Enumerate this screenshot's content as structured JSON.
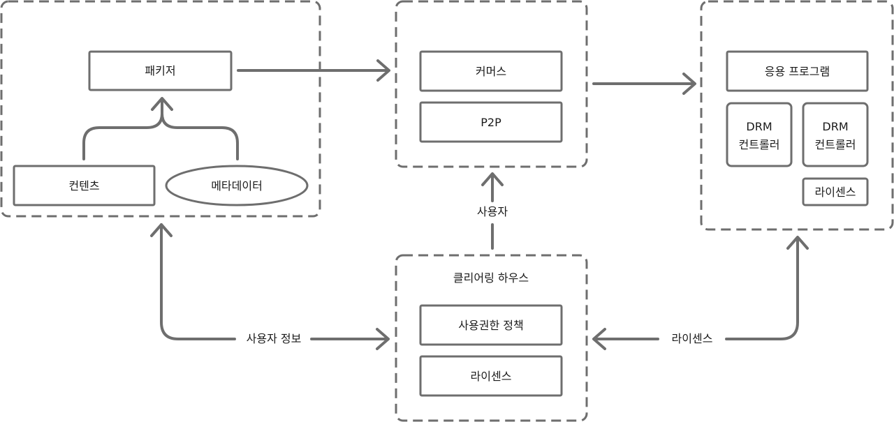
{
  "groups": {
    "packaging": {
      "packager": "패키저",
      "content": "컨텐츠",
      "metadata": "메타데이터"
    },
    "distribution": {
      "commerce": "커머스",
      "p2p": "P2P"
    },
    "client": {
      "application": "응용 프로그램",
      "drm_controller_1": {
        "line1": "DRM",
        "line2": "컨트롤러"
      },
      "drm_controller_2": {
        "line1": "DRM",
        "line2": "컨트롤러"
      },
      "license": "라이센스"
    },
    "clearing_house": {
      "title": "클리어링 하우스",
      "usage_rights_policy": "사용권한 정책",
      "license": "라이센스"
    }
  },
  "edges": {
    "user_to_distribution": "사용자",
    "user_info": "사용자 정보",
    "license_to_client": "라이센스"
  },
  "colors": {
    "stroke": "#6e6e6e",
    "text": "#1a1a1a",
    "background": "#ffffff"
  }
}
